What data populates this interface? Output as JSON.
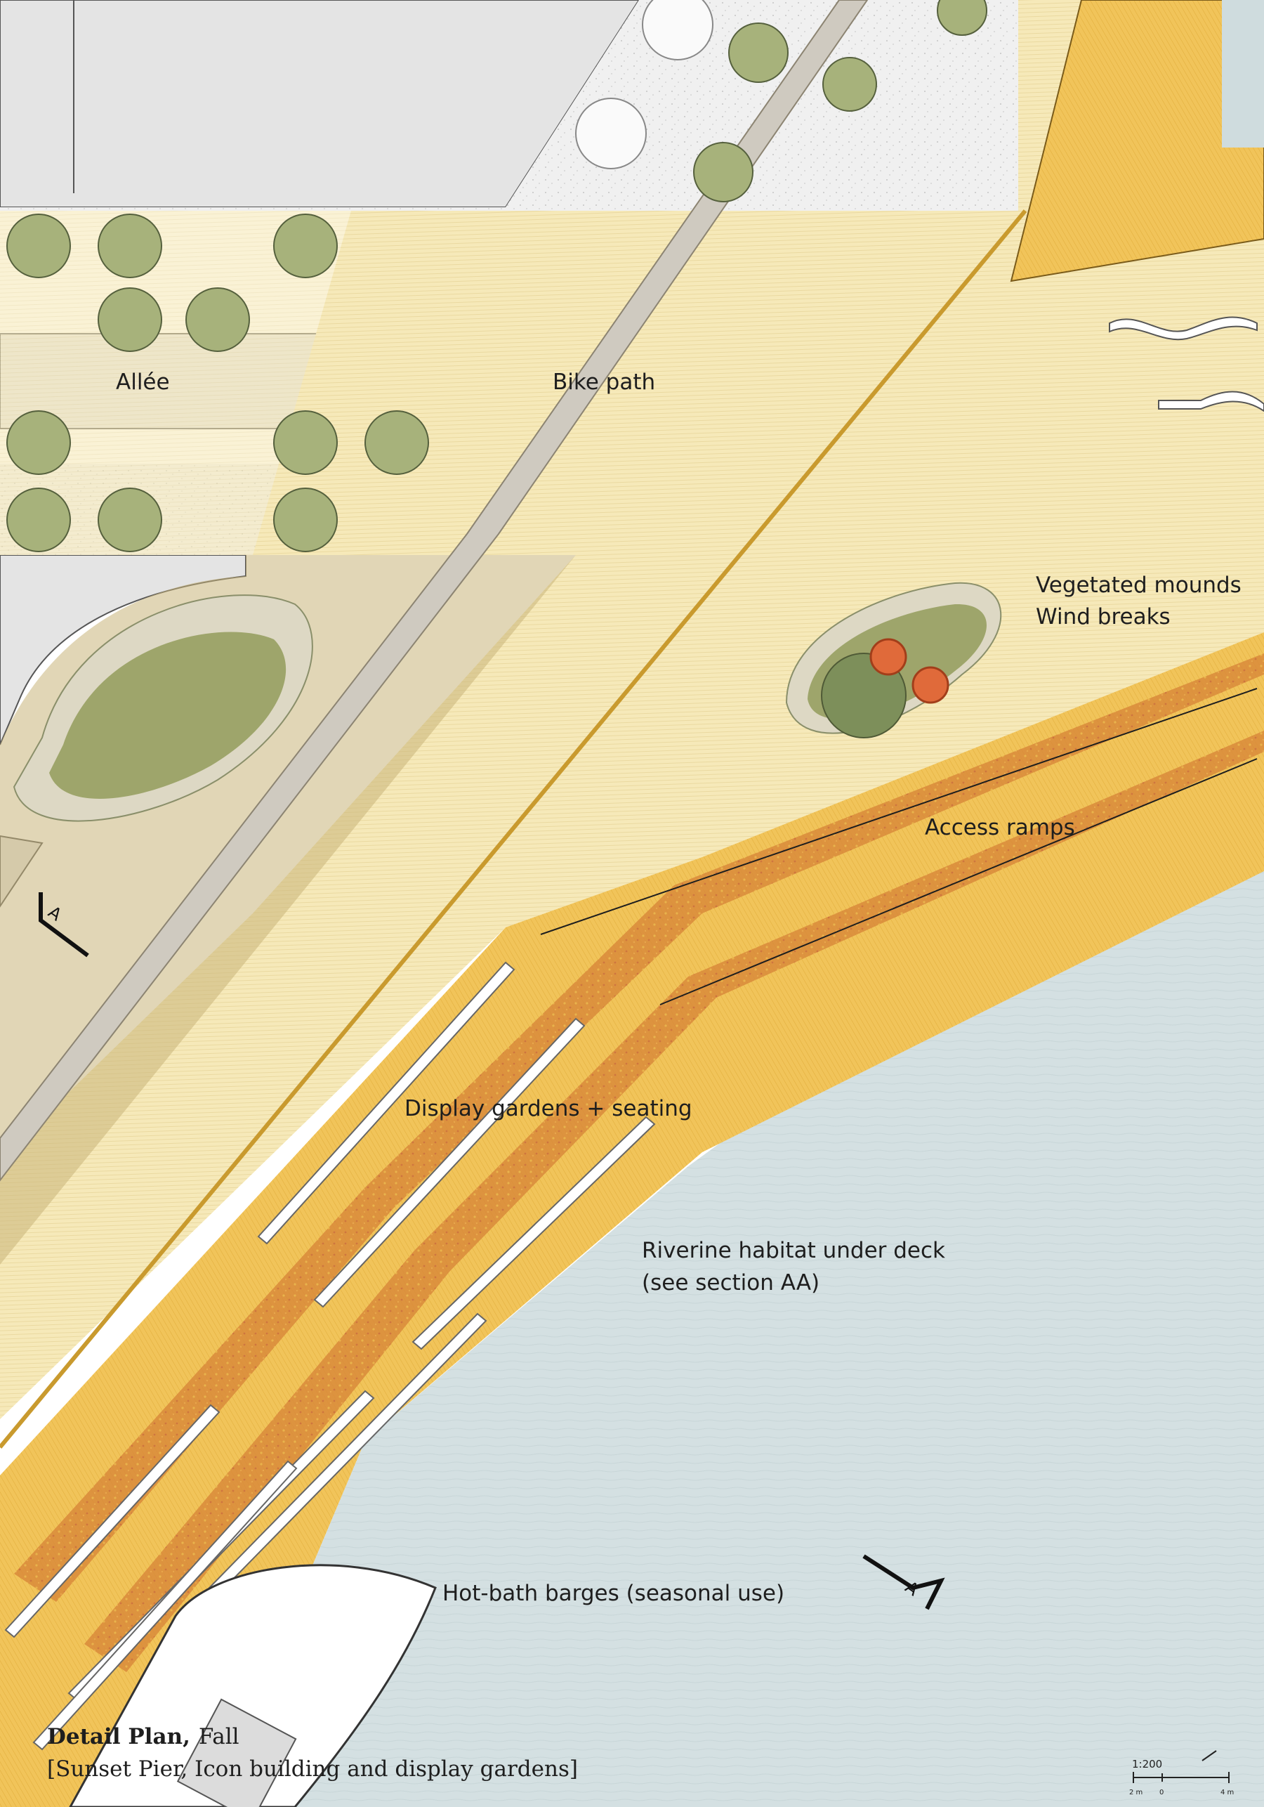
{
  "labels": {
    "allee": "Allée",
    "bike_path": "Bike path",
    "vegetated_mounds": "Vegetated mounds",
    "wind_breaks": "Wind breaks",
    "access_ramps": "Access ramps",
    "display_gardens": "Display gardens + seating",
    "riverine_1": "Riverine habitat under deck",
    "riverine_2": "(see section AA)",
    "barges": "Hot-bath barges (seasonal use)"
  },
  "title": {
    "bold": "Detail Plan,",
    "season": "Fall",
    "subtitle": "[Sunset Pier, Icon building and display gardens]"
  },
  "scale": {
    "ratio": "1:200",
    "ticks": [
      "2 m",
      "0",
      "4 m"
    ]
  },
  "section_marker": "A",
  "colors": {
    "deck": "#f6e9b9",
    "plaza": "#ededed",
    "water": "#d4e0e2",
    "boardwalk": "#f1c45a",
    "garden": "#d98a3a",
    "mound": "#9ea56b",
    "tree": "#a7b27b",
    "building": "#e4e4e4"
  }
}
